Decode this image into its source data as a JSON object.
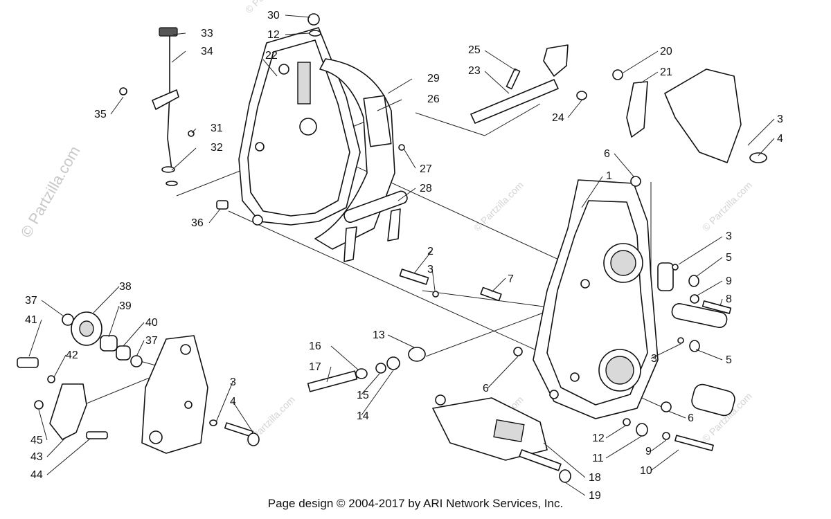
{
  "watermark": {
    "vertical_text": "© Partzilla.com",
    "repeat_mark": "© Partzilla.com"
  },
  "footer": {
    "credit": "Page design © 2004-2017 by ARI Network Services, Inc."
  },
  "callouts": [
    {
      "id": "c30",
      "label": "30"
    },
    {
      "id": "c12a",
      "label": "12"
    },
    {
      "id": "c22",
      "label": "22"
    },
    {
      "id": "c33",
      "label": "33"
    },
    {
      "id": "c34",
      "label": "34"
    },
    {
      "id": "c35",
      "label": "35"
    },
    {
      "id": "c31",
      "label": "31"
    },
    {
      "id": "c32",
      "label": "32"
    },
    {
      "id": "c29",
      "label": "29"
    },
    {
      "id": "c26",
      "label": "26"
    },
    {
      "id": "c27",
      "label": "27"
    },
    {
      "id": "c28",
      "label": "28"
    },
    {
      "id": "c25",
      "label": "25"
    },
    {
      "id": "c23",
      "label": "23"
    },
    {
      "id": "c24",
      "label": "24"
    },
    {
      "id": "c20",
      "label": "20"
    },
    {
      "id": "c21",
      "label": "21"
    },
    {
      "id": "c3a",
      "label": "3"
    },
    {
      "id": "c4a",
      "label": "4"
    },
    {
      "id": "c6a",
      "label": "6"
    },
    {
      "id": "c1",
      "label": "1"
    },
    {
      "id": "c36",
      "label": "36"
    },
    {
      "id": "c2",
      "label": "2"
    },
    {
      "id": "c3b",
      "label": "3"
    },
    {
      "id": "c7",
      "label": "7"
    },
    {
      "id": "c3c",
      "label": "3"
    },
    {
      "id": "c5a",
      "label": "5"
    },
    {
      "id": "c9a",
      "label": "9"
    },
    {
      "id": "c8",
      "label": "8"
    },
    {
      "id": "c37a",
      "label": "37"
    },
    {
      "id": "c38",
      "label": "38"
    },
    {
      "id": "c39",
      "label": "39"
    },
    {
      "id": "c41",
      "label": "41"
    },
    {
      "id": "c40",
      "label": "40"
    },
    {
      "id": "c37b",
      "label": "37"
    },
    {
      "id": "c42",
      "label": "42"
    },
    {
      "id": "c13",
      "label": "13"
    },
    {
      "id": "c16",
      "label": "16"
    },
    {
      "id": "c17",
      "label": "17"
    },
    {
      "id": "c15",
      "label": "15"
    },
    {
      "id": "c14",
      "label": "14"
    },
    {
      "id": "c6b",
      "label": "6"
    },
    {
      "id": "c3d",
      "label": "3"
    },
    {
      "id": "c5b",
      "label": "5"
    },
    {
      "id": "c3e",
      "label": "3"
    },
    {
      "id": "c4b",
      "label": "4"
    },
    {
      "id": "c6c",
      "label": "6"
    },
    {
      "id": "c12b",
      "label": "12"
    },
    {
      "id": "c11",
      "label": "11"
    },
    {
      "id": "c9b",
      "label": "9"
    },
    {
      "id": "c10",
      "label": "10"
    },
    {
      "id": "c45",
      "label": "45"
    },
    {
      "id": "c43",
      "label": "43"
    },
    {
      "id": "c44",
      "label": "44"
    },
    {
      "id": "c18",
      "label": "18"
    },
    {
      "id": "c19",
      "label": "19"
    }
  ]
}
